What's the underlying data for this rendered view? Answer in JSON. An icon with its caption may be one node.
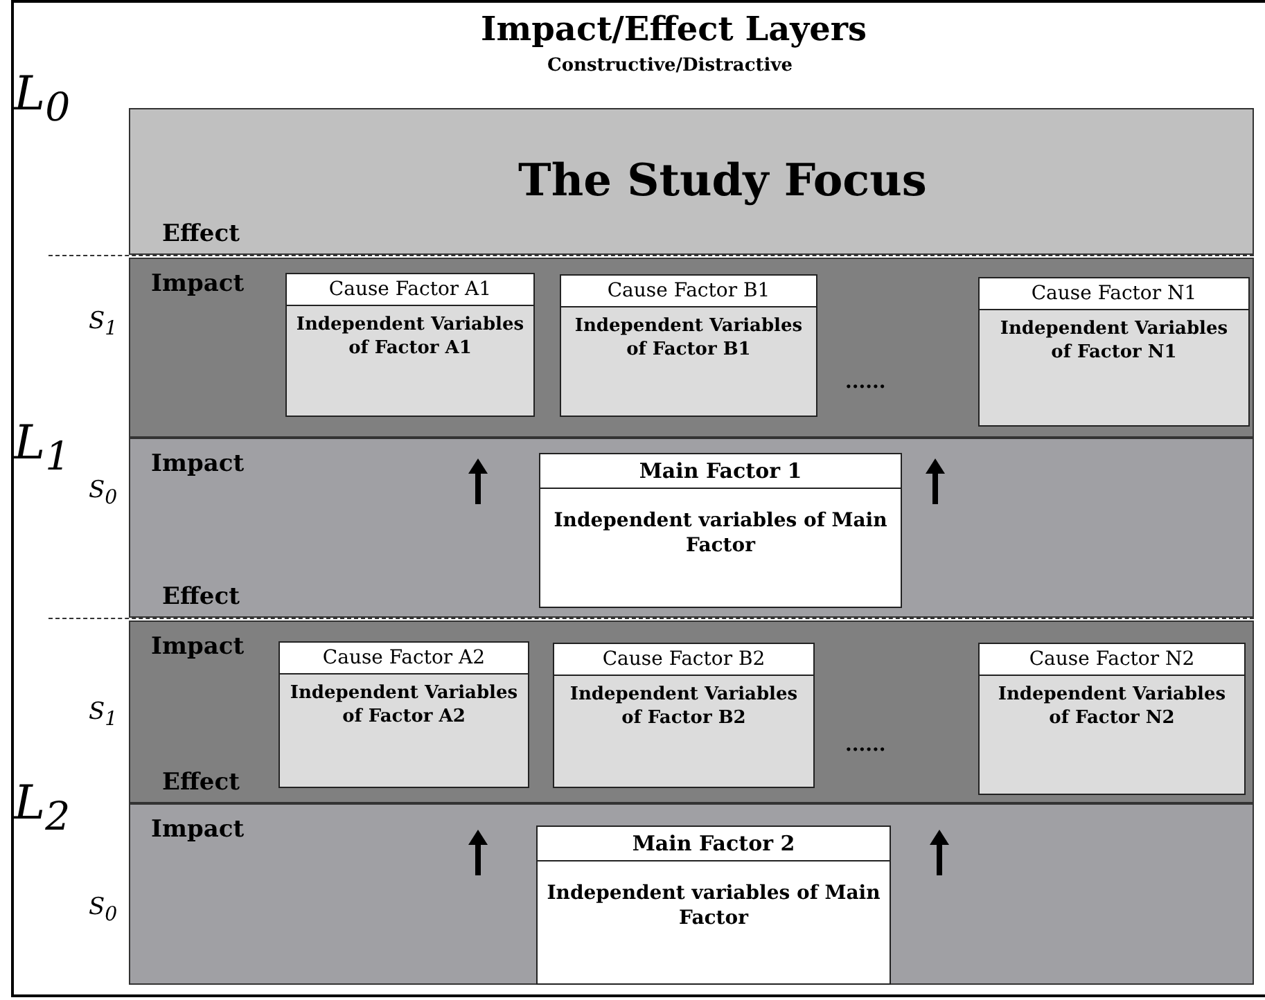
{
  "diagram": {
    "title": "Impact/Effect Layers",
    "nodes": [
      {
        "text": [
          "The Study Focus",
          "Effect"
        ]
      },
      {
        "text": [
          "Impact"
        ]
      },
      {
        "text": [
          "Cause Factor A1",
          "Independent Variables of Factor A1"
        ],
        "in": 1
      },
      {
        "text": [
          "Cause Factor B1",
          "Independent Variables of Factor B1"
        ],
        "in": 1
      },
      {
        "text": [
          "Cause Factor N1",
          "Independent Variables of Factor N1"
        ],
        "in": 1
      },
      {
        "text": [
          "Impact",
          "Effect"
        ]
      },
      {
        "text": [
          "Main Factor 1",
          "Independent variables of Main Factor"
        ],
        "in": 5
      },
      {
        "text": [
          "Impact",
          "Effect"
        ]
      },
      {
        "text": [
          "Cause Factor A2",
          "Independent Variables of Factor A2"
        ],
        "in": 7
      },
      {
        "text": [
          "Cause Factor B2",
          "Independent Variables of Factor B2"
        ],
        "in": 7
      },
      {
        "text": [
          "Cause Factor N2",
          "Independent Variables of Factor N2"
        ],
        "in": 7
      },
      {
        "text": [
          "Impact"
        ]
      },
      {
        "text": [
          "Main Factor 2",
          "Independent variables of Main Factor"
        ],
        "in": 11
      }
    ],
    "edges": [],
    "labels": [
      "Constructive/Distractive",
      "L$_{0}$",
      "S$_{1}$",
      "L$_{1}$",
      "......",
      "S$_{0}$",
      "S$_{1}$",
      "......",
      "L$_{2}$",
      "S$_{0}$"
    ]
  }
}
